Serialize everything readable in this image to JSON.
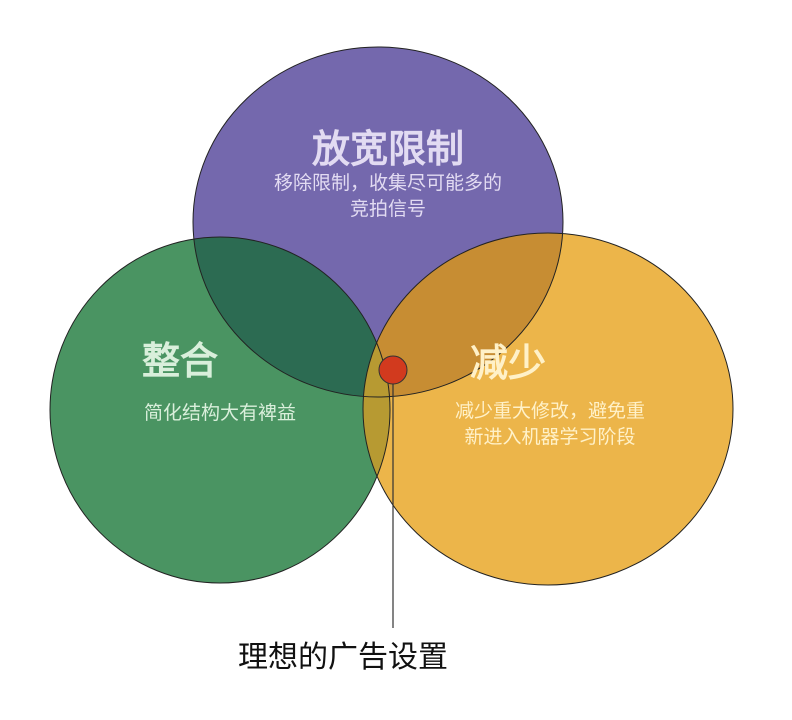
{
  "colors": {
    "purple": "#7468ad",
    "green": "#4a9462",
    "yellow": "#ecb54a",
    "purple_green_overlap": "#2c6b52",
    "purple_yellow_overlap": "#c78d33",
    "dot": "#d23a1e"
  },
  "sets": {
    "top": {
      "title": "放宽限制",
      "desc_line1": "移除限制，收集尽可能多的",
      "desc_line2": "竞拍信号"
    },
    "left": {
      "title": "整合",
      "desc": "简化结构大有裨益"
    },
    "right": {
      "title": "减少",
      "desc_line1": "减少重大修改，避免重",
      "desc_line2": "新进入机器学习阶段"
    }
  },
  "center_label": "理想的广告设置"
}
